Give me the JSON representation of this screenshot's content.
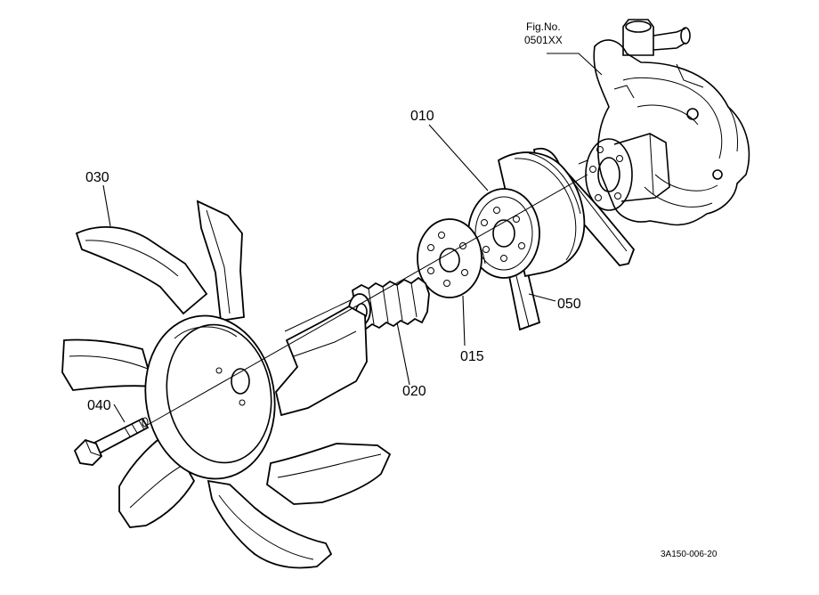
{
  "figure_ref": {
    "title": "Fig.No.",
    "number": "0501XX"
  },
  "part_labels": {
    "p010": "010",
    "p015": "015",
    "p020": "020",
    "p030": "030",
    "p040": "040",
    "p050": "050"
  },
  "drawing_code": "3A150-006-20"
}
